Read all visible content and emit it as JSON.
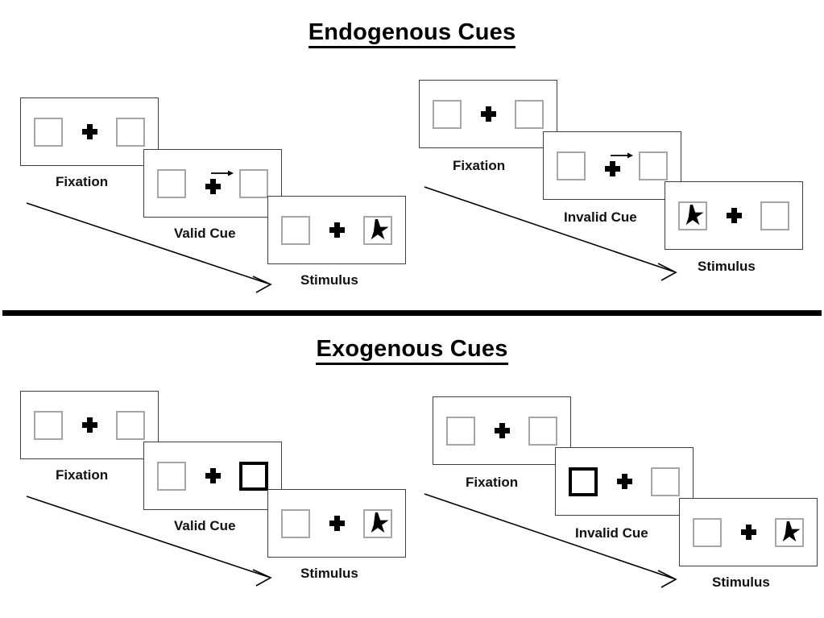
{
  "figure": {
    "type": "diagram",
    "description": "Posner cueing paradigm trial sequences for endogenous and exogenous attention cues"
  },
  "sections": [
    {
      "id": "endogenous",
      "title": "Endogenous Cues",
      "cue_type": "central-arrow",
      "sequences": [
        {
          "id": "endogenous-valid",
          "cue_validity": "Valid Cue",
          "frames": [
            {
              "label": "Fixation",
              "left_box": "empty",
              "right_box": "empty",
              "arrow": false,
              "cued_side": "none",
              "target_side": "none"
            },
            {
              "label": "Valid Cue",
              "left_box": "empty",
              "right_box": "empty",
              "arrow": true,
              "arrow_direction": "right",
              "cued_side": "right",
              "target_side": "none"
            },
            {
              "label": "Stimulus",
              "left_box": "empty",
              "right_box": "star",
              "arrow": false,
              "cued_side": "none",
              "target_side": "right"
            }
          ]
        },
        {
          "id": "endogenous-invalid",
          "cue_validity": "Invalid Cue",
          "frames": [
            {
              "label": "Fixation",
              "left_box": "empty",
              "right_box": "empty",
              "arrow": false,
              "cued_side": "none",
              "target_side": "none"
            },
            {
              "label": "Invalid Cue",
              "left_box": "empty",
              "right_box": "empty",
              "arrow": true,
              "arrow_direction": "right",
              "cued_side": "right",
              "target_side": "none"
            },
            {
              "label": "Stimulus",
              "left_box": "star",
              "right_box": "empty",
              "arrow": false,
              "cued_side": "none",
              "target_side": "left"
            }
          ]
        }
      ]
    },
    {
      "id": "exogenous",
      "title": "Exogenous Cues",
      "cue_type": "peripheral-box-flash",
      "sequences": [
        {
          "id": "exogenous-valid",
          "cue_validity": "Valid Cue",
          "frames": [
            {
              "label": "Fixation",
              "left_box": "empty",
              "right_box": "empty",
              "arrow": false,
              "cued_side": "none",
              "target_side": "none"
            },
            {
              "label": "Valid Cue",
              "left_box": "empty",
              "right_box": "empty",
              "arrow": false,
              "cued_side": "right",
              "target_side": "none"
            },
            {
              "label": "Stimulus",
              "left_box": "empty",
              "right_box": "star",
              "arrow": false,
              "cued_side": "none",
              "target_side": "right"
            }
          ]
        },
        {
          "id": "exogenous-invalid",
          "cue_validity": "Invalid Cue",
          "frames": [
            {
              "label": "Fixation",
              "left_box": "empty",
              "right_box": "empty",
              "arrow": false,
              "cued_side": "none",
              "target_side": "none"
            },
            {
              "label": "Invalid Cue",
              "left_box": "empty",
              "right_box": "empty",
              "arrow": false,
              "cued_side": "left",
              "target_side": "none"
            },
            {
              "label": "Stimulus",
              "left_box": "empty",
              "right_box": "star",
              "arrow": false,
              "cued_side": "none",
              "target_side": "right"
            }
          ]
        }
      ]
    }
  ],
  "icons": {
    "fixation_cross": "plus-icon",
    "target": "star-icon",
    "cue_arrow": "arrow-right-icon",
    "time_flow": "time-arrow-icon"
  },
  "colors": {
    "background": "#ffffff",
    "panel_border": "#3f3f3f",
    "box_border": "#a6a6a6",
    "cued_box_border": "#000000",
    "ink": "#000000",
    "label": "#111111"
  }
}
